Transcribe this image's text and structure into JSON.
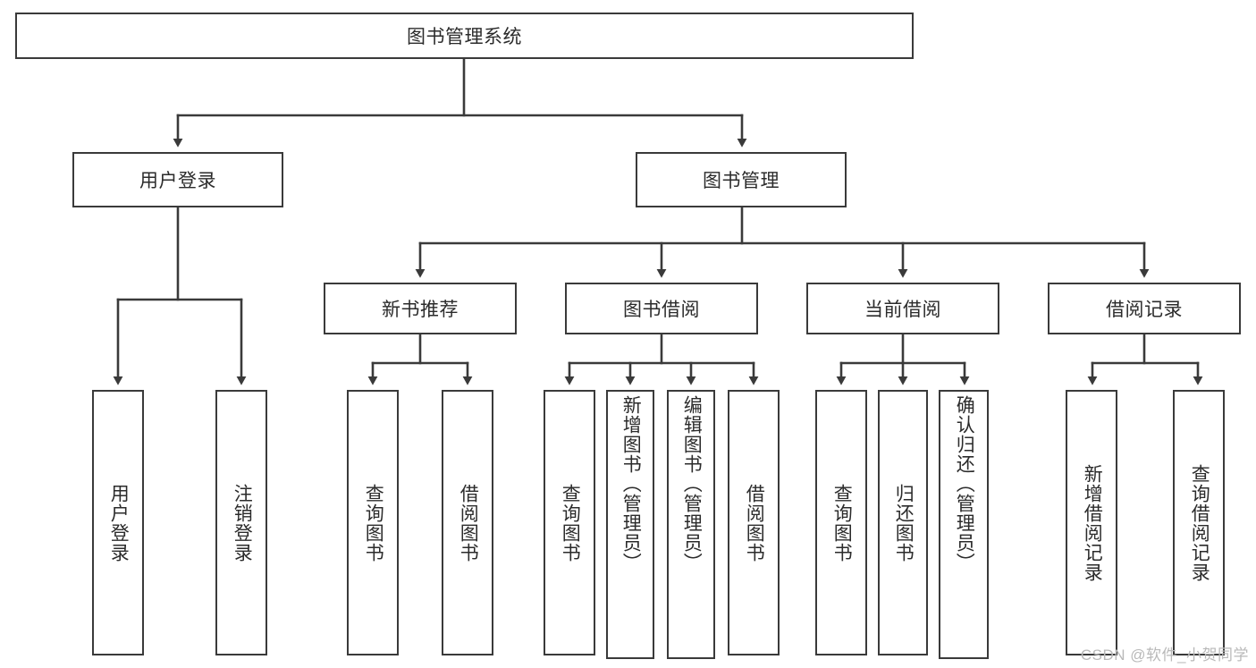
{
  "diagram": {
    "title": "图书管理系统",
    "type": "tree-hierarchy",
    "watermark": "CSDN @软件_小贺同学",
    "colors": {
      "background": "#ffffff",
      "node_border": "#3a3a3a",
      "node_fill": "#ffffff",
      "edge": "#3a3a3a",
      "text": "#2b2b2b",
      "watermark": "#b9b9b9"
    },
    "nodes": {
      "root": {
        "label": "图书管理系统",
        "orientation": "horizontal"
      },
      "level2": [
        {
          "id": "user-login",
          "label": "用户登录",
          "orientation": "horizontal"
        },
        {
          "id": "book-management",
          "label": "图书管理",
          "orientation": "horizontal"
        }
      ],
      "level3": [
        {
          "id": "new-book-recommend",
          "label": "新书推荐",
          "orientation": "horizontal"
        },
        {
          "id": "book-borrow",
          "label": "图书借阅",
          "orientation": "horizontal"
        },
        {
          "id": "current-borrow",
          "label": "当前借阅",
          "orientation": "horizontal"
        },
        {
          "id": "borrow-record",
          "label": "借阅记录",
          "orientation": "horizontal"
        }
      ],
      "leaves": [
        {
          "id": "leaf-user-login",
          "label": "用户登录",
          "parent": "user-login",
          "orientation": "vertical"
        },
        {
          "id": "leaf-user-logout",
          "label": "注销登录",
          "parent": "user-login",
          "orientation": "vertical"
        },
        {
          "id": "leaf-query-book-1",
          "label": "查询图书",
          "parent": "new-book-recommend",
          "orientation": "vertical"
        },
        {
          "id": "leaf-borrow-book-1",
          "label": "借阅图书",
          "parent": "new-book-recommend",
          "orientation": "vertical"
        },
        {
          "id": "leaf-query-book-2",
          "label": "查询图书",
          "parent": "book-borrow",
          "orientation": "vertical"
        },
        {
          "id": "leaf-add-book",
          "label": "新增图书（管理员）",
          "parent": "book-borrow",
          "orientation": "vertical"
        },
        {
          "id": "leaf-edit-book",
          "label": "编辑图书（管理员）",
          "parent": "book-borrow",
          "orientation": "vertical"
        },
        {
          "id": "leaf-borrow-book-2",
          "label": "借阅图书",
          "parent": "book-borrow",
          "orientation": "vertical"
        },
        {
          "id": "leaf-query-book-3",
          "label": "查询图书",
          "parent": "current-borrow",
          "orientation": "vertical"
        },
        {
          "id": "leaf-return-book",
          "label": "归还图书",
          "parent": "current-borrow",
          "orientation": "vertical"
        },
        {
          "id": "leaf-confirm-return",
          "label": "确认归还（管理员）",
          "parent": "current-borrow",
          "orientation": "vertical"
        },
        {
          "id": "leaf-add-record",
          "label": "新增借阅记录",
          "parent": "borrow-record",
          "orientation": "vertical"
        },
        {
          "id": "leaf-query-record",
          "label": "查询借阅记录",
          "parent": "borrow-record",
          "orientation": "vertical"
        }
      ]
    }
  }
}
